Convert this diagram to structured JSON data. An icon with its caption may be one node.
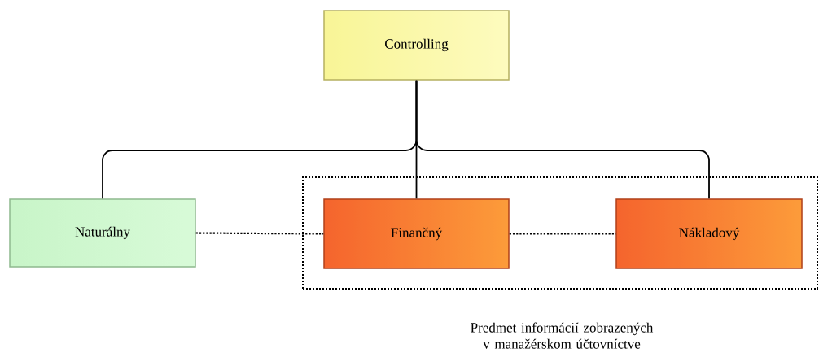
{
  "diagram": {
    "nodes": [
      {
        "text": [
          "Controlling"
        ]
      },
      {
        "text": [
          "Naturálny"
        ]
      },
      {
        "text": [
          "Predmet informácií zobrazených v manažérskom účtovníctve"
        ]
      },
      {
        "text": [
          "Finančný"
        ],
        "in": 2
      },
      {
        "text": [
          "Nákladový"
        ],
        "in": 2
      }
    ],
    "edges": [
      {
        "from": 0,
        "to": 1,
        "arrow": "none"
      },
      {
        "from": 0,
        "to": 3,
        "arrow": "none"
      },
      {
        "from": 0,
        "to": 4,
        "arrow": "none"
      },
      {
        "from": 1,
        "to": 3,
        "arrow": "none",
        "style": "dashed"
      },
      {
        "from": 3,
        "to": 4,
        "arrow": "none",
        "style": "dashed"
      }
    ]
  }
}
